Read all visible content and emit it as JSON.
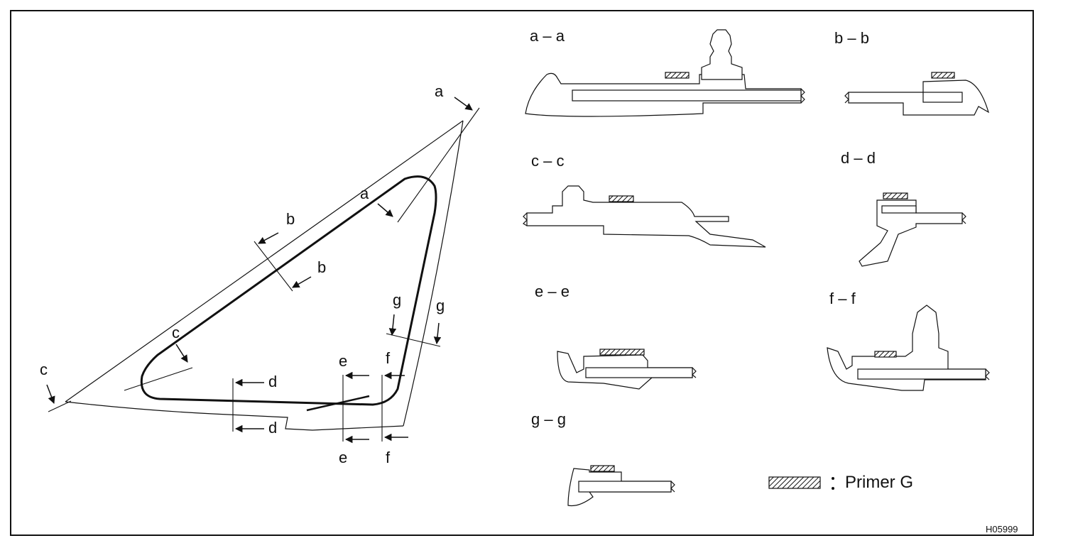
{
  "diagram": {
    "window_labels": {
      "a_top": "a",
      "a_inner": "a",
      "b_outer": "b",
      "b_inner": "b",
      "c_inner": "c",
      "c_outer": "c",
      "d_top": "d",
      "d_bottom": "d",
      "e_top": "e",
      "e_bottom": "e",
      "f_top": "f",
      "f_bottom": "f",
      "g_inner": "g",
      "g_outer": "g"
    },
    "sections": {
      "aa": "a – a",
      "bb": "b – b",
      "cc": "c – c",
      "dd": "d – d",
      "ee": "e – e",
      "ff": "f – f",
      "gg": "g – g"
    },
    "legend": {
      "separator": ":",
      "label": "Primer G"
    },
    "figure_code": "H05999"
  }
}
